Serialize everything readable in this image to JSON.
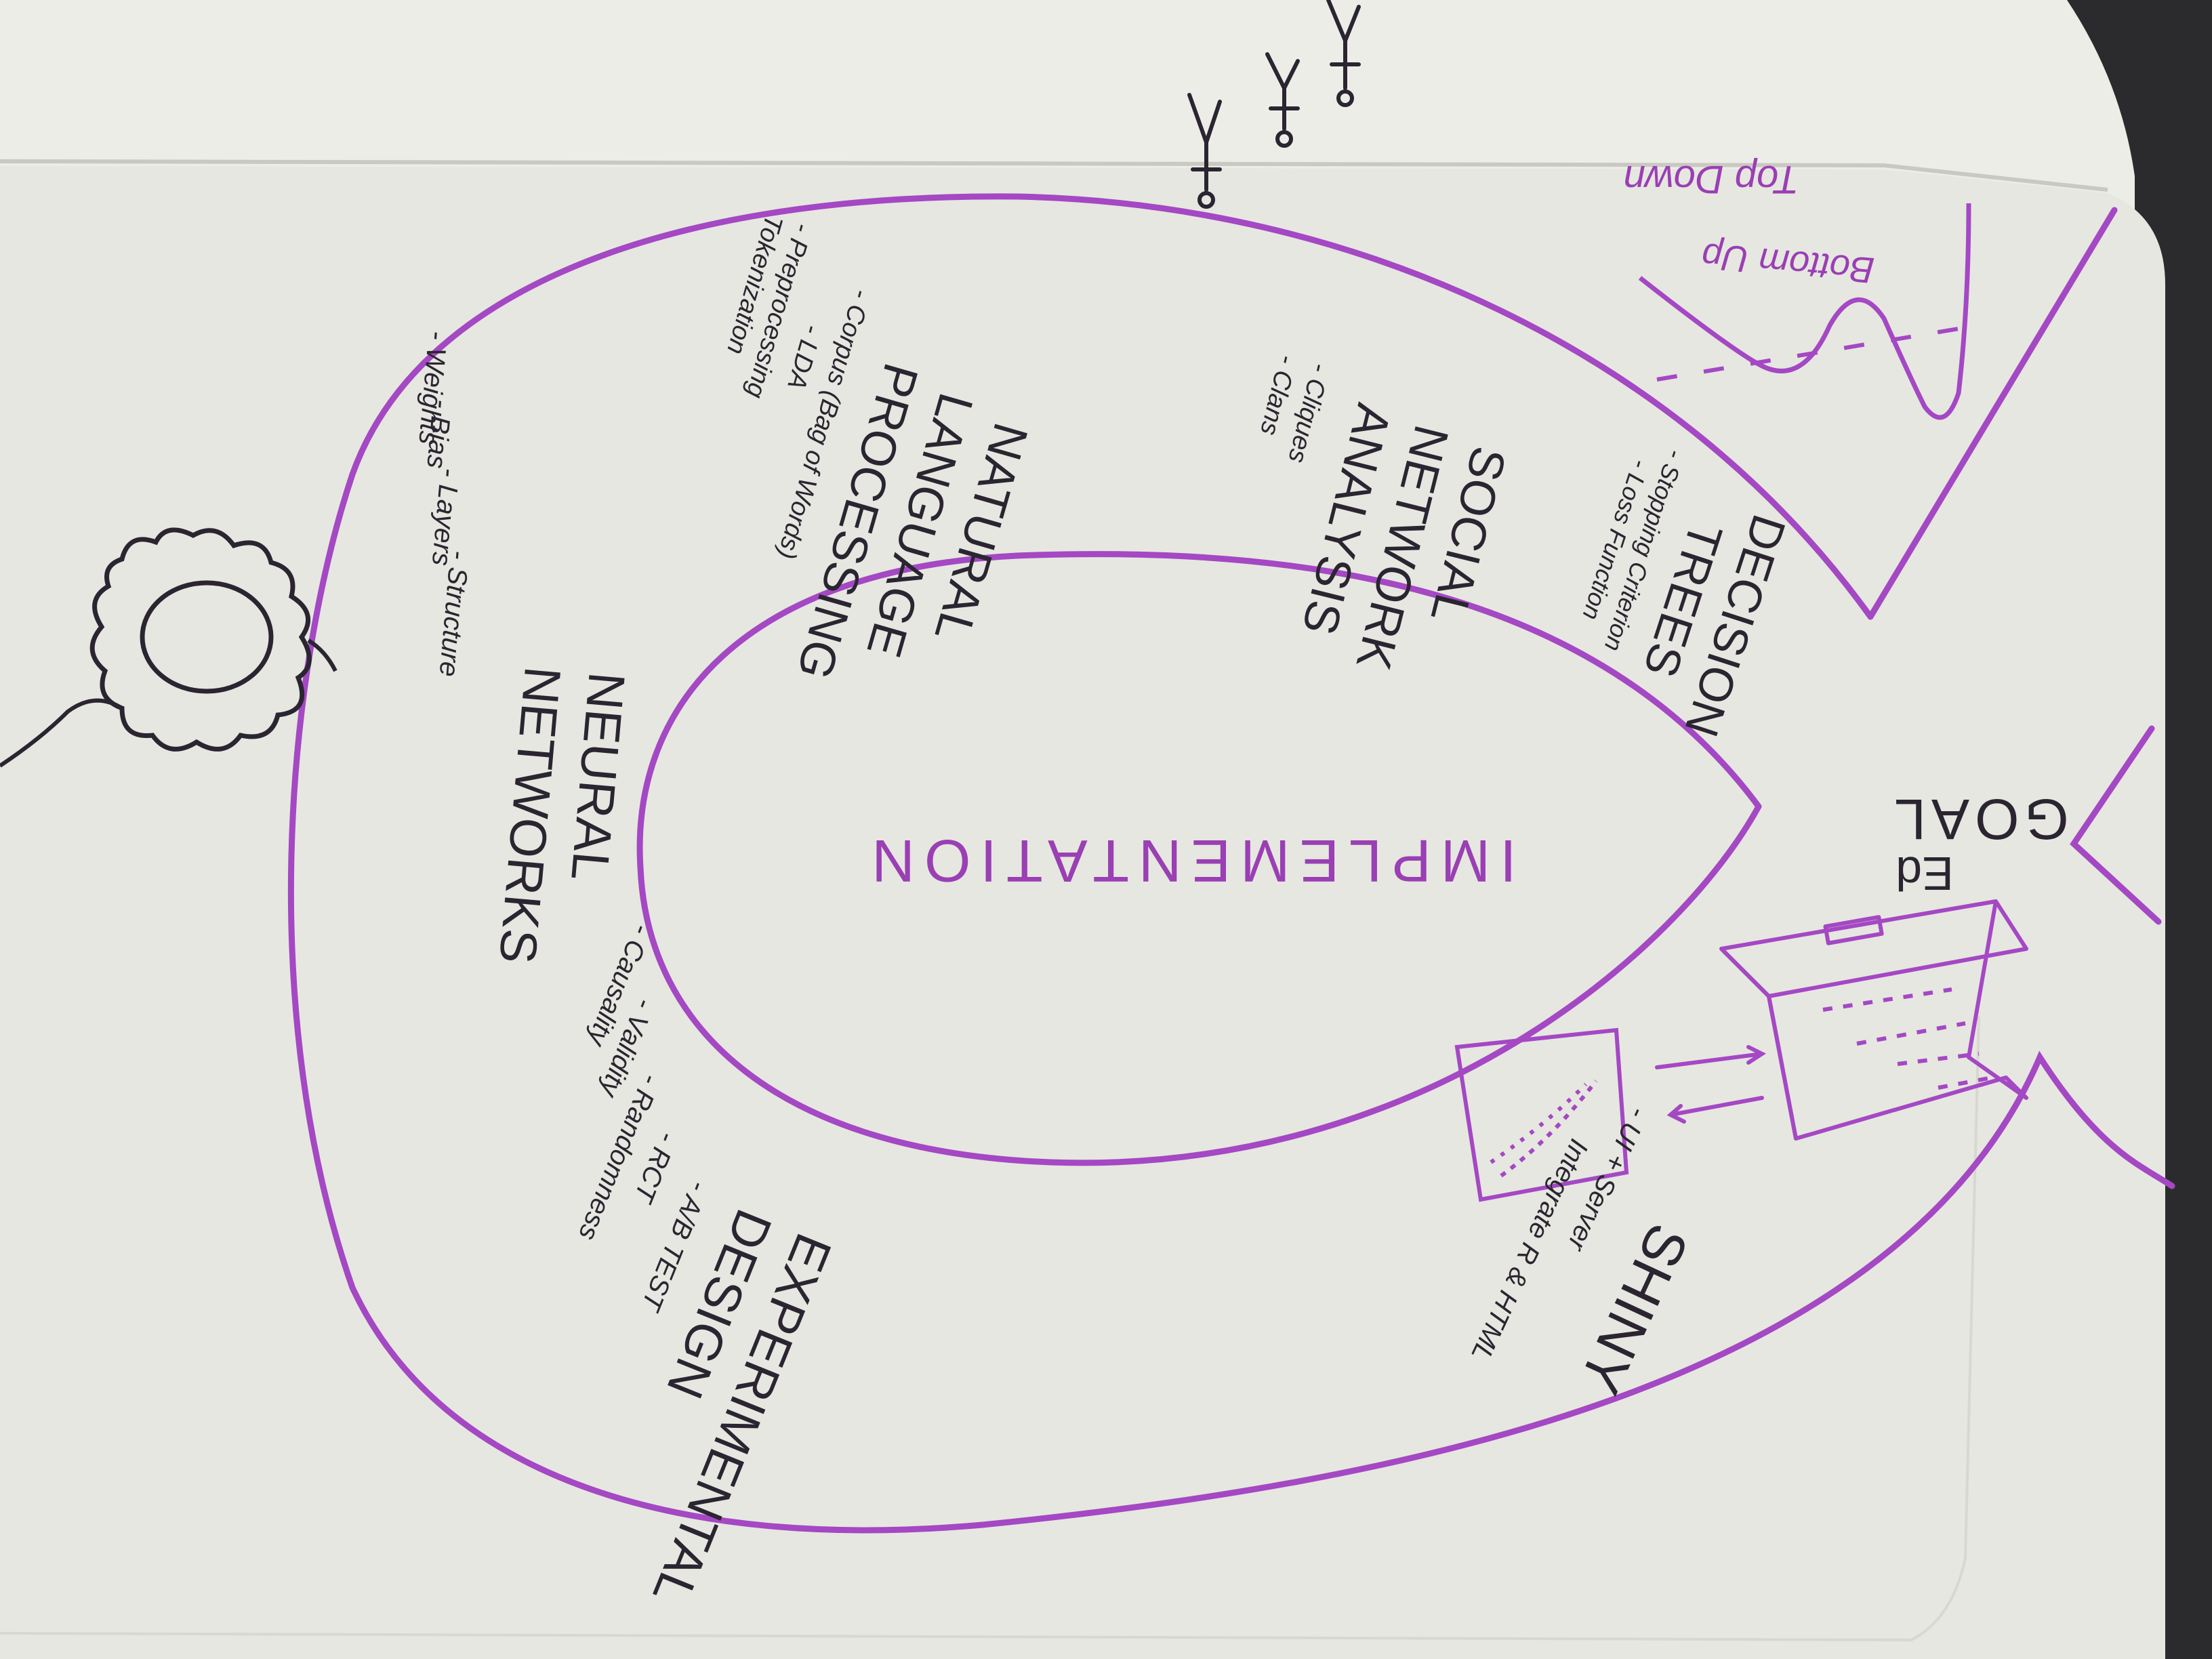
{
  "colors": {
    "background": "#2b2b2e",
    "paper_back": "#eeeeea",
    "paper_front": "#e7e8e2",
    "purple_marker": "#a448c4",
    "black_marker": "#2a2530"
  },
  "icons": {
    "sun": "sun-icon",
    "stick_figures": "stick-figures-icon",
    "laptop": "laptop-icon",
    "glass_chart": "scatter-chart-icon",
    "wave": "wave-graph-icon"
  },
  "labels": {
    "implementation": "IMPLEMENTATION",
    "goal": "GOAL",
    "ed": "Ed",
    "top_down": "Top Down",
    "bottom_up": "Bottom Up"
  },
  "sections": {
    "neural_networks": {
      "title": [
        "NEURAL",
        "NETWORKS"
      ],
      "items": [
        "- Structure",
        "- Layers",
        "- Bias",
        "- Weights"
      ]
    },
    "natural_language": {
      "title": [
        "NATURAL",
        "LANGUAGE",
        "PROCESSING"
      ],
      "items": [
        "- Corpus (Bag of Words)",
        "- LDA",
        "- Preprocessing",
        "Tokenization"
      ]
    },
    "social_network": {
      "title": [
        "SOCIAL",
        "NETWORK",
        "ANALYSIS"
      ],
      "items": [
        "- Cliques",
        "- Clans"
      ]
    },
    "decision_trees": {
      "title": [
        "DECISION",
        "TREES"
      ],
      "items": [
        "- Stopping Criterion",
        "- Loss Function"
      ]
    },
    "experimental_design": {
      "title": [
        "EXPERIMENTAL",
        "DESIGN"
      ],
      "items": [
        "- A/B TEST",
        "- RCT",
        "- Randomness",
        "- Validity",
        "- Causality"
      ]
    },
    "shiny": {
      "title": [
        "SHINY"
      ],
      "items": [
        "- UI + Server",
        "Integrate R & HTML"
      ]
    }
  }
}
